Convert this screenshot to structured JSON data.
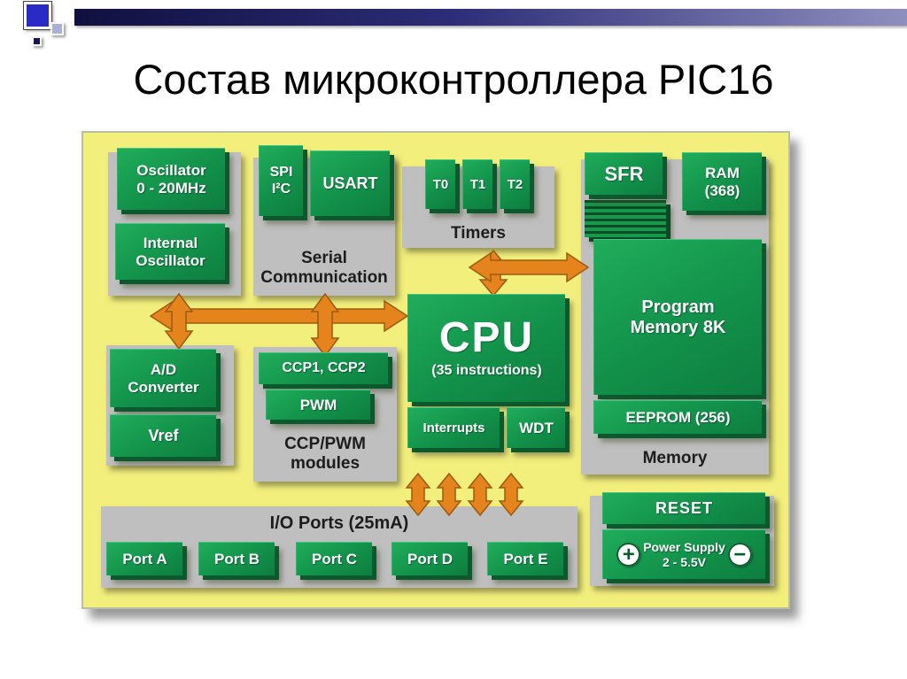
{
  "slide": {
    "title": "Состав микроконтроллера PIC16"
  },
  "diagram": {
    "oscillator": "Oscillator\n0 - 20MHz",
    "internal_oscillator": "Internal\nOscillator",
    "spi_i2c": "SPI\nI²C",
    "usart": "USART",
    "serial_communication": "Serial\nCommunication",
    "timers": [
      "T0",
      "T1",
      "T2"
    ],
    "timers_label": "Timers",
    "sfr": "SFR",
    "ram": "RAM\n(368)",
    "program_memory": "Program\nMemory 8K",
    "eeprom": "EEPROM (256)",
    "memory_label": "Memory",
    "cpu": "CPU",
    "cpu_sub": "(35 instructions)",
    "interrupts": "Interrupts",
    "wdt": "WDT",
    "ad_converter": "A/D\nConverter",
    "vref": "Vref",
    "ccp": "CCP1, CCP2",
    "pwm": "PWM",
    "ccp_pwm_label": "CCP/PWM\nmodules",
    "io_ports_label": "I/O Ports (25mA)",
    "ports": [
      "Port A",
      "Port B",
      "Port C",
      "Port D",
      "Port E"
    ],
    "reset": "RESET",
    "power_supply": "Power Supply\n2 - 5.5V",
    "plus_icon": "+",
    "minus_icon": "−",
    "colors": {
      "board_yellow": "#f3ef7d",
      "block_green": "#12914a",
      "block_green_dark": "#0a5a2d",
      "panel_gray": "#bfbfbf",
      "arrow_orange": "#e5831c",
      "header_bar_blue": "#2c2c78"
    }
  }
}
